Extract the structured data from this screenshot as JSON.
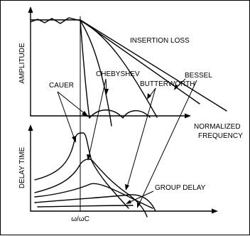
{
  "labels": {
    "amplitude": "AMPLITUDE",
    "delay_time": "DELAY TIME",
    "insertion_loss": "INSERTION LOSS",
    "chebyshev": "CHEBYSHEV",
    "cauer": "CAUER",
    "butterworth": "BUTTERWORTH",
    "bessel": "BESSEL",
    "normalized": "NORMALIZED",
    "frequency": "FREQUENCY",
    "group_delay": "GROUP DELAY",
    "cutoff": "ω/ωC"
  },
  "colors": {
    "ink": "#000000",
    "background": "#ffffff"
  }
}
